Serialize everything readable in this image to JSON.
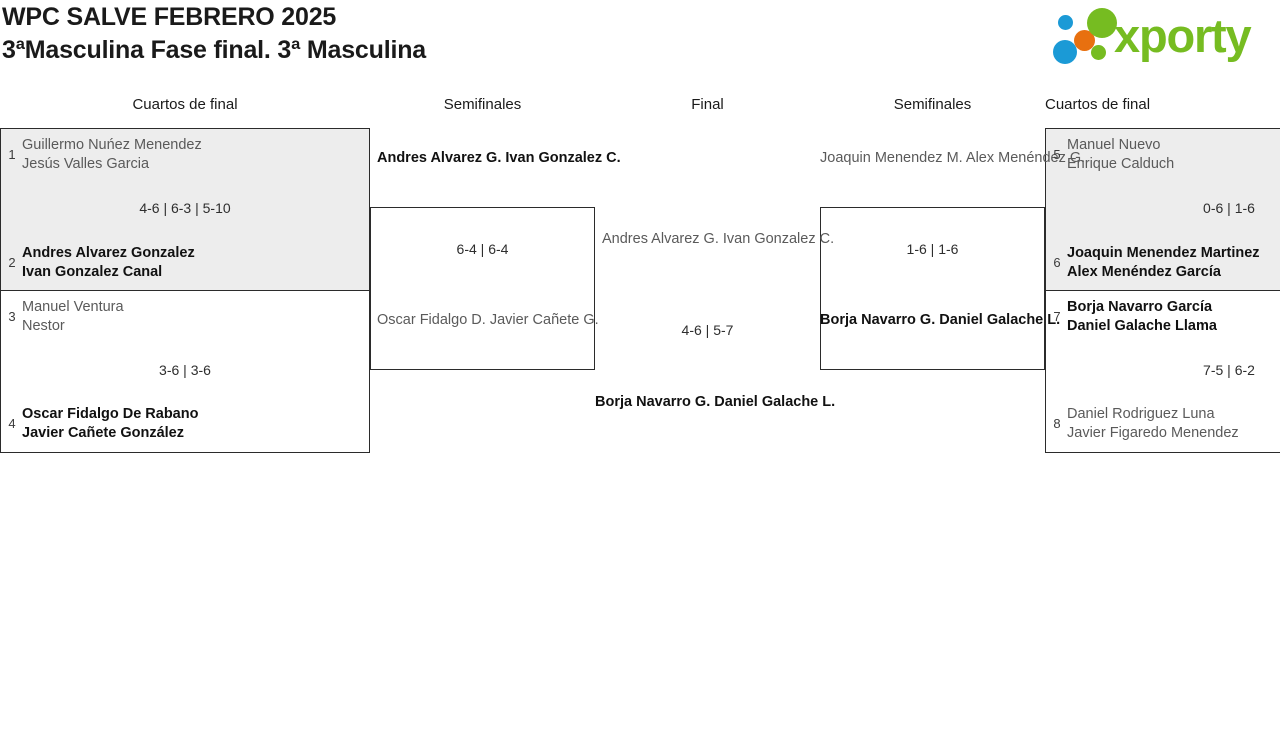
{
  "header": {
    "title_line1": "WPC SALVE FEBRERO 2025",
    "title_line2": "3ªMasculina Fase final. 3ª Masculina",
    "logo_text": "xporty"
  },
  "rounds": {
    "qf_left": "Cuartos de final",
    "sf_left": "Semifinales",
    "final": "Final",
    "sf_right": "Semifinales",
    "qf_right": "Cuartos de final"
  },
  "bracket": {
    "quarterfinals_left": [
      {
        "score": "4-6 | 6-3 | 5-10",
        "top": {
          "seed": "1",
          "player1": "Guillermo Nuńez Menendez",
          "player2": "Jesús Valles Garcia",
          "result": "loser"
        },
        "bottom": {
          "seed": "2",
          "player1": "Andres Alvarez Gonzalez",
          "player2": "Ivan Gonzalez Canal",
          "result": "winner"
        }
      },
      {
        "score": "3-6 | 3-6",
        "top": {
          "seed": "3",
          "player1": "Manuel Ventura",
          "player2": "Nestor",
          "result": "loser"
        },
        "bottom": {
          "seed": "4",
          "player1": "Oscar Fidalgo De Rabano",
          "player2": "Javier Cañete González",
          "result": "winner"
        }
      }
    ],
    "quarterfinals_right": [
      {
        "score": "0-6 | 1-6",
        "top": {
          "seed": "5",
          "player1": "Manuel Nuevo",
          "player2": "Enrique Calduch",
          "result": "loser"
        },
        "bottom": {
          "seed": "6",
          "player1": "Joaquin Menendez Martinez",
          "player2": "Alex Menéndez García",
          "result": "winner"
        }
      },
      {
        "score": "7-5 | 6-2",
        "top": {
          "seed": "7",
          "player1": "Borja Navarro García",
          "player2": "Daniel Galache Llama",
          "result": "winner"
        },
        "bottom": {
          "seed": "8",
          "player1": "Daniel Rodriguez Luna",
          "player2": "Javier Figaredo Menendez",
          "result": "loser"
        }
      }
    ],
    "semifinal_left": {
      "score": "6-4 | 6-4",
      "top": {
        "player1": "Andres Alvarez G.",
        "player2": "Ivan Gonzalez C.",
        "result": "winner"
      },
      "bottom": {
        "player1": "Oscar Fidalgo D.",
        "player2": "Javier Cañete G.",
        "result": "loser"
      }
    },
    "semifinal_right": {
      "score": "1-6 | 1-6",
      "top": {
        "player1": "Joaquin Menendez M.",
        "player2": "Alex Menéndez G.",
        "result": "loser"
      },
      "bottom": {
        "player1": "Borja Navarro G.",
        "player2": "Daniel Galache L.",
        "result": "winner"
      }
    },
    "final": {
      "score": "4-6 | 5-7",
      "top": {
        "player1": "Andres Alvarez G.",
        "player2": "Ivan Gonzalez C.",
        "result": "loser"
      },
      "bottom": {
        "player1": "Borja Navarro G.",
        "player2": "Daniel Galache L.",
        "result": "winner"
      }
    }
  },
  "colors": {
    "brand_green": "#76bc21",
    "brand_blue": "#1b9ad6",
    "brand_orange": "#e8700f",
    "box_highlight": "#ededed",
    "winner_text": "#111111",
    "loser_text": "#5a5a5a"
  }
}
